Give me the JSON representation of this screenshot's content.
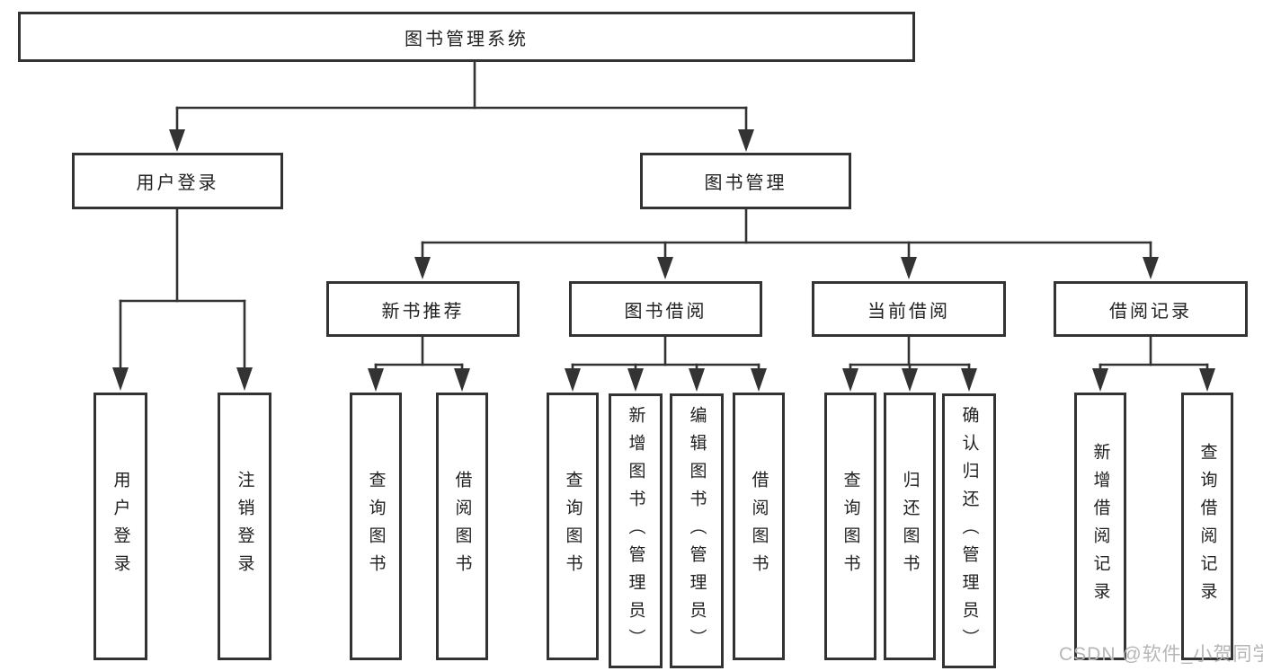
{
  "tree": {
    "root": {
      "label": "图书管理系统"
    },
    "branches": [
      {
        "label": "用户登录",
        "leaves": [
          {
            "label": "用户登录"
          },
          {
            "label": "注销登录"
          }
        ]
      },
      {
        "label": "图书管理",
        "groups": [
          {
            "label": "新书推荐",
            "leaves": [
              {
                "label": "查询图书"
              },
              {
                "label": "借阅图书"
              }
            ]
          },
          {
            "label": "图书借阅",
            "leaves": [
              {
                "label": "查询图书"
              },
              {
                "label": "新增图书（管理员）"
              },
              {
                "label": "编辑图书（管理员）"
              },
              {
                "label": "借阅图书"
              }
            ]
          },
          {
            "label": "当前借阅",
            "leaves": [
              {
                "label": "查询图书"
              },
              {
                "label": "归还图书"
              },
              {
                "label": "确认归还（管理员）"
              }
            ]
          },
          {
            "label": "借阅记录",
            "leaves": [
              {
                "label": "新增借阅记录"
              },
              {
                "label": "查询借阅记录"
              }
            ]
          }
        ]
      }
    ]
  },
  "watermark": {
    "text": "CSDN @软件_小贺同学"
  },
  "colors": {
    "line": "#333333",
    "text": "#212121",
    "watermark": "#b6b6b6",
    "background": "#ffffff"
  }
}
